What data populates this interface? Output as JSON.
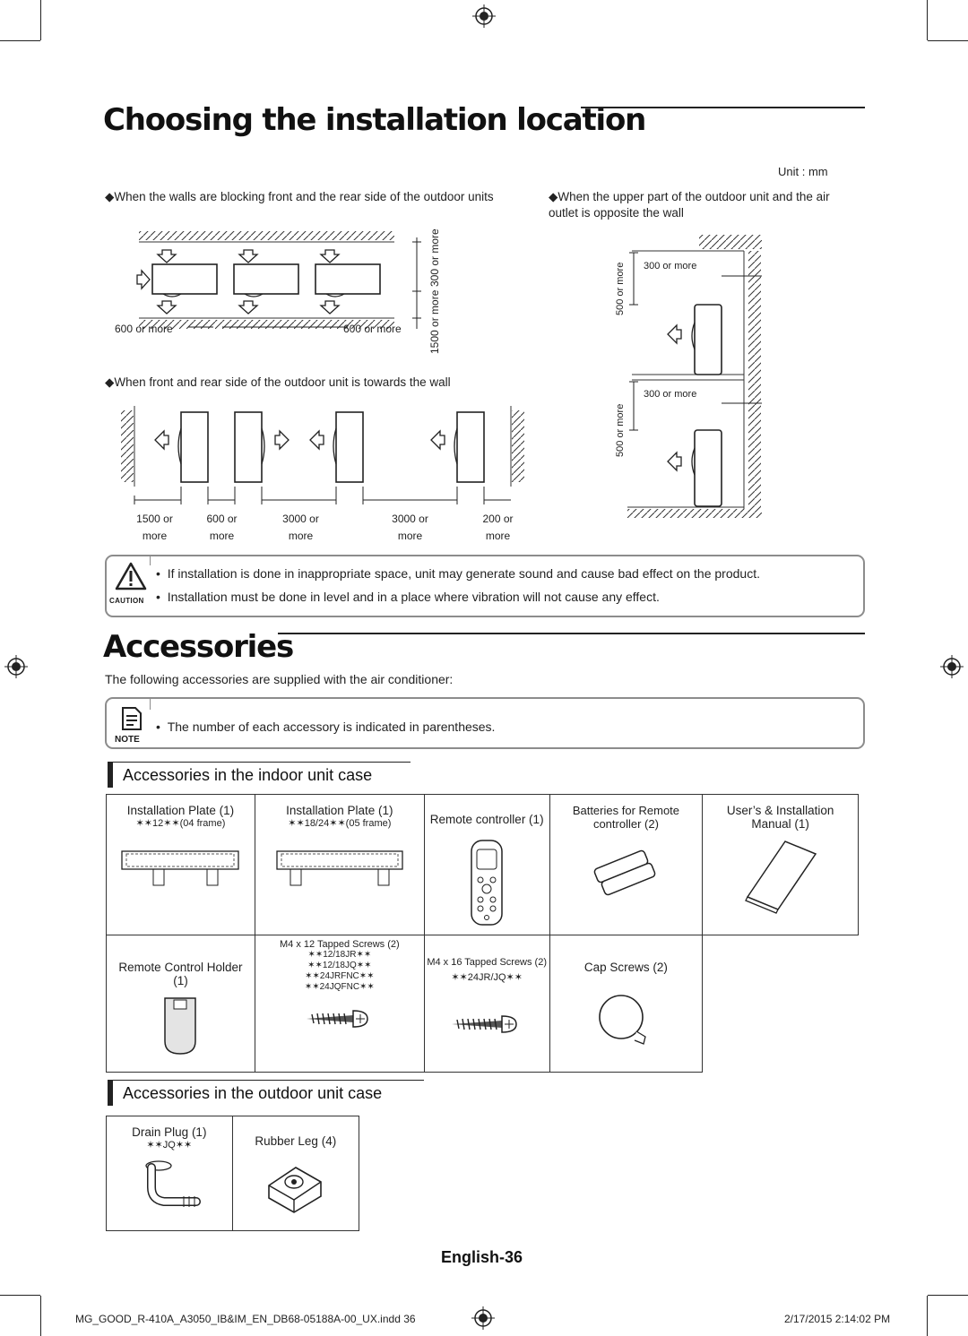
{
  "page": {
    "section1_title": "Choosing the installation location",
    "unit_note": "Unit : mm",
    "case_a_text": "When the walls are blocking front and the rear side of the outdoor units",
    "case_b_text": "When front and rear side of the outdoor unit is towards the wall",
    "case_c_text": "When the upper part of the outdoor unit and the air outlet is opposite the wall",
    "diagram_a_labels": {
      "left": "600 or more",
      "right": "600 or more",
      "top": "300 or more",
      "bottom": "1500 or more"
    },
    "diagram_b_labels": [
      {
        "top": "1500 or",
        "bottom": "more"
      },
      {
        "top": "600 or",
        "bottom": "more"
      },
      {
        "top": "3000 or",
        "bottom": "more"
      },
      {
        "top": "3000 or",
        "bottom": "more"
      },
      {
        "top": "200 or",
        "bottom": "more"
      }
    ],
    "diagram_c_labels": {
      "top_clearance": "300 or more",
      "top_height": "500 or more",
      "bottom_clearance": "300 or more",
      "bottom_height": "500 or more"
    },
    "caution": {
      "label": "CAUTION",
      "items": [
        "If installation is done in inappropriate space, unit may generate sound and cause bad effect on the product.",
        "Installation must be done in level and in a place where vibration will not cause any effect."
      ]
    },
    "section2_title": "Accessories",
    "accessories_intro": "The following accessories are supplied with the air conditioner:",
    "note": {
      "label": "NOTE",
      "text": "The number of each accessory is indicated in parentheses."
    },
    "indoor_heading": "Accessories in the indoor unit case",
    "indoor_items": [
      {
        "name": "Installation Plate (1)",
        "sub": "✶✶12✶✶(04 frame)",
        "icon": "installation-plate-04-icon"
      },
      {
        "name": "Installation Plate (1)",
        "sub": "✶✶18/24✶✶(05 frame)",
        "icon": "installation-plate-05-icon"
      },
      {
        "name": "Remote controller (1)",
        "sub": "",
        "icon": "remote-controller-icon"
      },
      {
        "name": "Batteries for Remote",
        "sub": "controller (2)",
        "icon": "batteries-icon"
      },
      {
        "name": "User’s & Installation",
        "sub": "Manual (1)",
        "icon": "manual-icon"
      },
      {
        "name": "Remote Control Holder",
        "sub": "(1)",
        "icon": "remote-holder-icon"
      },
      {
        "name": "M4 x 12 Tapped Screws (2)",
        "sub_lines": [
          "✶✶12/18JR✶✶",
          "✶✶12/18JQ✶✶",
          "✶✶24JRFNC✶✶",
          "✶✶24JQFNC✶✶"
        ],
        "icon": "tapped-screw-icon"
      },
      {
        "name": "M4 x 16 Tapped Screws (2)",
        "sub": "✶✶24JR/JQ✶✶",
        "icon": "tapped-screw-icon"
      },
      {
        "name": "Cap Screws (2)",
        "sub": "",
        "icon": "cap-screw-icon"
      }
    ],
    "outdoor_heading": "Accessories in the outdoor unit case",
    "outdoor_items": [
      {
        "name": "Drain Plug (1)",
        "sub": "✶✶JQ✶✶",
        "icon": "drain-plug-icon"
      },
      {
        "name": "Rubber Leg (4)",
        "sub": "",
        "icon": "rubber-leg-icon"
      }
    ],
    "page_number": "English-36",
    "footer_file": "MG_GOOD_R-410A_A3050_IB&IM_EN_DB68-05188A-00_UX.indd   36",
    "footer_date": "2/17/2015   2:14:02 PM"
  }
}
